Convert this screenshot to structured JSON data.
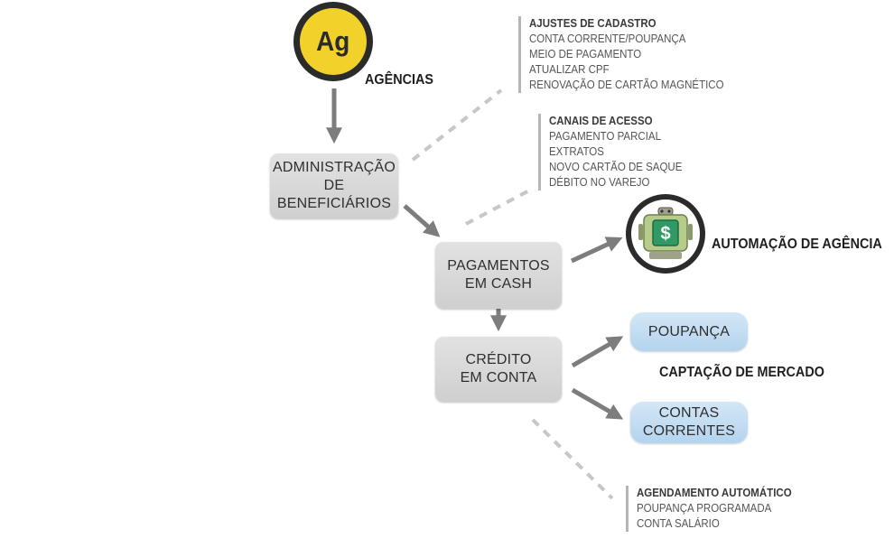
{
  "nodes": {
    "agencias_logo": "Ag",
    "agencias_label": "AGÊNCIAS",
    "admin_line1": "ADMINISTRAÇÃO",
    "admin_line2": "DE BENEFICIÁRIOS",
    "pagamentos_line1": "PAGAMENTOS",
    "pagamentos_line2": "EM CASH",
    "credito_line1": "CRÉDITO",
    "credito_line2": "EM CONTA",
    "automacao_label": "AUTOMAÇÃO DE AGÊNCIA",
    "robot_symbol": "$",
    "poupanca": "POUPANÇA",
    "captacao_label": "CAPTAÇÃO DE MERCADO",
    "contas_line1": "CONTAS",
    "contas_line2": "CORRENTES"
  },
  "notes": {
    "cadastro": {
      "title": "AJUSTES DE CADASTRO",
      "items": [
        "CONTA CORRENTE/POUPANÇA",
        "MEIO DE PAGAMENTO",
        "ATUALIZAR CPF",
        "RENOVAÇÃO DE CARTÃO MAGNÉTICO"
      ]
    },
    "canais": {
      "title": "CANAIS DE ACESSO",
      "items": [
        "PAGAMENTO PARCIAL",
        "EXTRATOS",
        "NOVO CARTÃO DE SAQUE",
        "DÉBITO NO VAREJO"
      ]
    },
    "agendamento": {
      "title": "AGENDAMENTO AUTOMÁTICO",
      "items": [
        "POUPANÇA PROGRAMADA",
        "CONTA SALÁRIO"
      ]
    }
  },
  "colors": {
    "logo_yellow": "#f2d22a",
    "logo_ring": "#2b2b2b",
    "arrow_gray": "#7d7d7d",
    "dotted_gray": "#c7c7c7",
    "robot_green": "#b7cc8a",
    "screen_green": "#2f9a63",
    "box_gray": "#d8d8d8",
    "box_blue": "#c4ddf2"
  }
}
